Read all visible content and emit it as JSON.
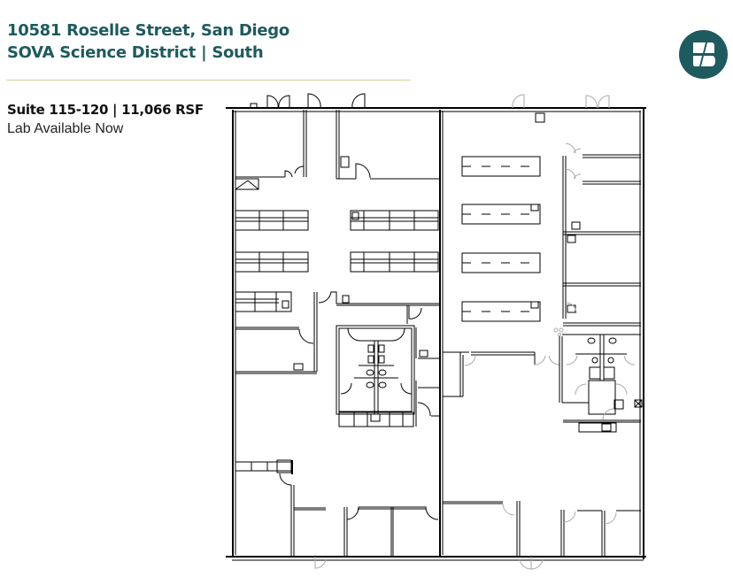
{
  "header": {
    "address": "10581 Roselle Street, San Diego",
    "district": "SOVA Science District | South"
  },
  "suite": {
    "title": "Suite 115-120 | 11,066 RSF",
    "subtitle": "Lab Available Now"
  },
  "logo": {
    "icon": "brand-logo-icon",
    "color": "#1f5a5e"
  },
  "floor_plan": {
    "icon": "floor-plan-drawing",
    "line_color": "#000000",
    "door_color": "#999999"
  },
  "colors": {
    "title": "#1f5a5e",
    "divider": "#d8cf98",
    "text": "#111111"
  }
}
